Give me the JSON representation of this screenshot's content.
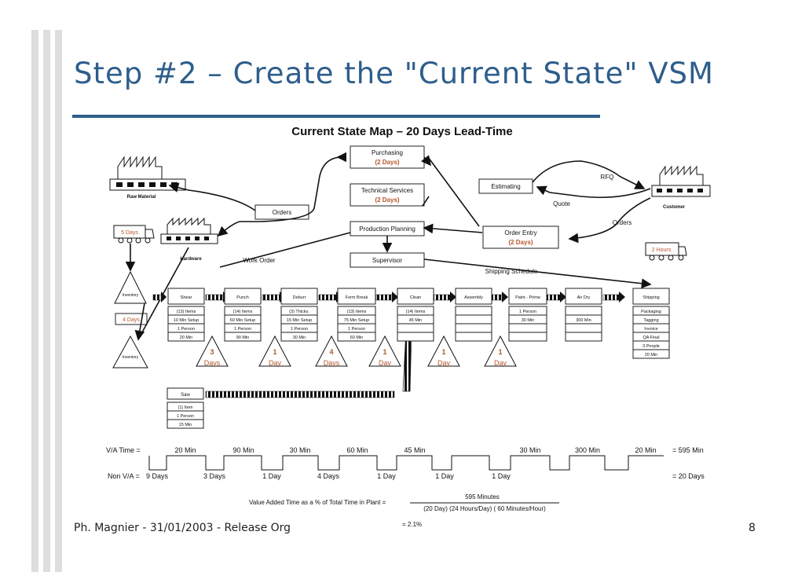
{
  "slide": {
    "title": "Step #2 – Create the \"Current State\" VSM",
    "footer": "Ph. Magnier - 31/01/2003 - Release Org",
    "page_number": "8",
    "accent_color": "#2e5e8c"
  },
  "map": {
    "title": "Current State Map – 20 Days Lead-Time",
    "purchasing": {
      "label": "Purchasing",
      "days": "(2 Days)"
    },
    "technical_services": {
      "label": "Technical Services",
      "days": "(2 Days)"
    },
    "production_planning": {
      "label": "Production Planning"
    },
    "supervisor": {
      "label": "Supervisor"
    },
    "estimating": {
      "label": "Estimating"
    },
    "order_entry": {
      "label": "Order Entry",
      "days": "(2 Days)"
    },
    "orders_left": "Orders",
    "orders_right": "Orders",
    "rfq": "RFQ",
    "quote": "Quote",
    "work_order": "Work Order",
    "shipping_schedule": "Shipping Schedule",
    "raw_material": "Raw Material",
    "hardware": "Hardware",
    "customer": "Customer",
    "truck_left": "5 Days",
    "truck_right": "2 Hours",
    "inventory_label": "Inventory",
    "inventory_days": "4 Days"
  },
  "processes": [
    {
      "name": "Shear",
      "details": [
        "(13) Items",
        "10 Min Setup",
        "1 Person",
        "20 Min"
      ]
    },
    {
      "name": "Punch",
      "details": [
        "(14) Items",
        "60 Min Setup",
        "1 Person",
        "90 Min"
      ]
    },
    {
      "name": "Deburr",
      "details": [
        "(3) Thicks.",
        "15 Min Setup",
        "1 Person",
        "30 Min"
      ]
    },
    {
      "name": "Form Break",
      "details": [
        "(13) Items",
        "75 Min Setup",
        "1 Person",
        "60 Min"
      ]
    },
    {
      "name": "Clean",
      "details": [
        "(14) Items",
        "45 Min",
        "",
        ""
      ]
    },
    {
      "name": "Assembly",
      "details": [
        "",
        "",
        "",
        ""
      ]
    },
    {
      "name": "Paint - Prime",
      "details": [
        "1 Person",
        "30 Min",
        "",
        ""
      ]
    },
    {
      "name": "Air Dry",
      "details": [
        "",
        "300 Min",
        "",
        ""
      ]
    },
    {
      "name": "Shipping",
      "details": [
        "Packaging",
        "Tagging",
        "Invoice",
        "QA Final",
        "3 People",
        "20 Min"
      ]
    }
  ],
  "saw": {
    "name": "Saw",
    "details": [
      "(1) Item",
      "1 Person",
      "15 Min"
    ]
  },
  "wait_times": [
    {
      "num": "3",
      "unit": "Days"
    },
    {
      "num": "1",
      "unit": "Day"
    },
    {
      "num": "4",
      "unit": "Days"
    },
    {
      "num": "1",
      "unit": "Day"
    },
    {
      "num": "1",
      "unit": "Day"
    },
    {
      "num": "1",
      "unit": "Day"
    }
  ],
  "timeline": {
    "va_label": "V/A Time =",
    "nva_label": "Non V/A =",
    "va_values": [
      "20 Min",
      "90 Min",
      "30 Min",
      "60 Min",
      "45 Min",
      "30 Min",
      "300 Min",
      "20 Min"
    ],
    "nva_values": [
      "9 Days",
      "3 Days",
      "1 Day",
      "4 Days",
      "1 Day",
      "1 Day",
      "1 Day"
    ],
    "va_total": "= 595 Min",
    "nva_total": "= 20 Days"
  },
  "formula": {
    "label": "Value Added Time as a % of Total Time in Plant =",
    "numerator": "595 Minutes",
    "denominator": "(20 Day) (24 Hours/Day) ( 60 Minutes/Hour)",
    "result": "=  2.1%"
  }
}
